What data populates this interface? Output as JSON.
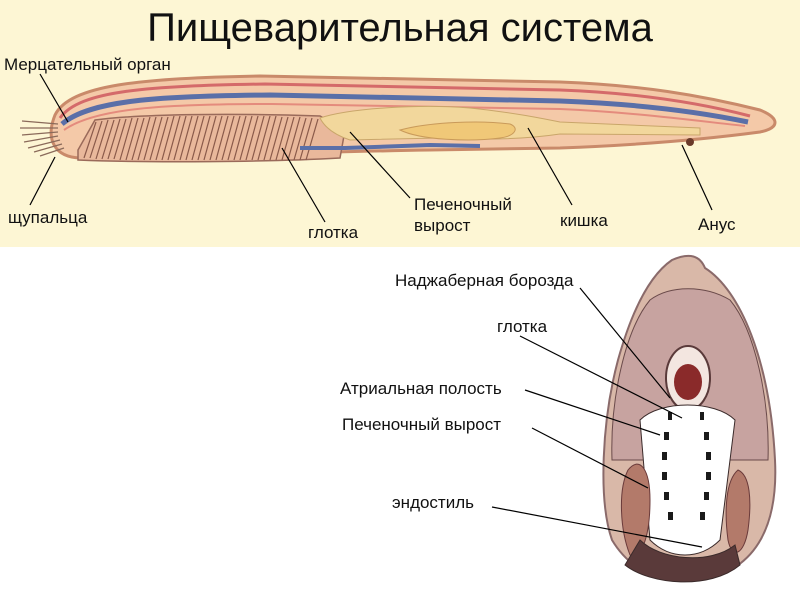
{
  "title": "Пищеварительная система",
  "top_labels": {
    "ciliated_organ": "Мерцательный орган",
    "tentacles": "щупальца",
    "pharynx": "глотка",
    "hepatic_outgrowth": "Печеночный\nвырост",
    "intestine": "кишка",
    "anus": "Анус"
  },
  "bottom_labels": {
    "epibranchial_groove": "Наджаберная борозда",
    "pharynx": "глотка",
    "atrial_cavity": "Атриальная полость",
    "hepatic_outgrowth": "Печеночный вырост",
    "endostyle": "эндостиль"
  },
  "colors": {
    "body_fill": "#f4c9a8",
    "body_outline": "#c98a6a",
    "dorsal_line": "#5a6fa8",
    "pharynx_bars": "#8a5a4a",
    "gut": "#f2d79c",
    "blood_vessel": "#d46a6a"
  }
}
